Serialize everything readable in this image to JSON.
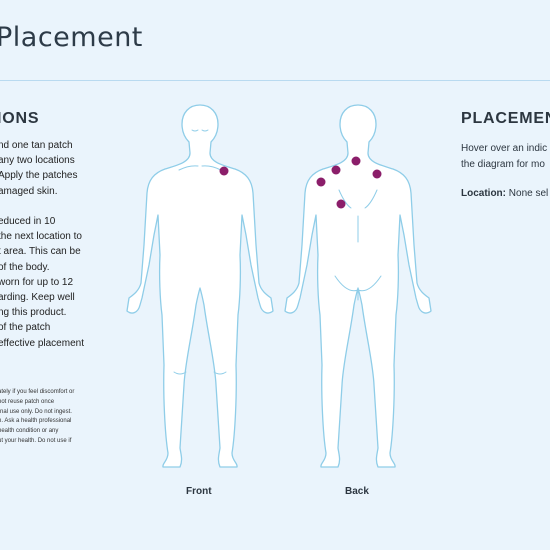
{
  "page": {
    "title": "Placement"
  },
  "instructions": {
    "heading": "IONS",
    "para1": [
      "nd one tan patch",
      "any two locations",
      "Apply the patches",
      "amaged skin."
    ],
    "para2": [
      "educed in 10",
      "the next location to",
      "t area. This can be",
      "of the body.",
      "worn for up to 12",
      "arding. Keep well",
      "ng this product.",
      "of the patch",
      "effective placement"
    ],
    "fine_print": [
      "ately if you feel discomfort or",
      "not reuse patch once",
      "rnal use only. Do not ingest.",
      "n. Ask a health professional",
      "health condition or any",
      "ut your health. Do not use if"
    ]
  },
  "placement": {
    "heading": "PLACEMEN",
    "hint": [
      "Hover over an indic",
      "the diagram for mo"
    ],
    "location_label": "Location:",
    "location_value": "None sel"
  },
  "figures": {
    "front_label": "Front",
    "back_label": "Back"
  },
  "colors": {
    "background": "#eaf4fc",
    "outline": "#8fcde8",
    "marker": "#8b1e6a"
  }
}
